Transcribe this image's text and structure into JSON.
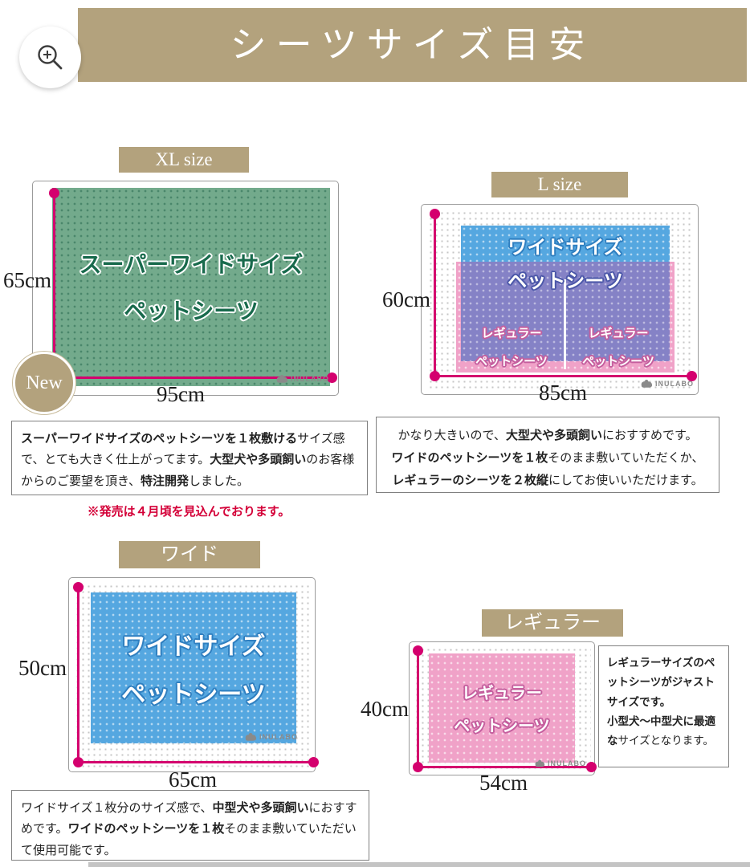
{
  "colors": {
    "tan": "#b3a27d",
    "magenta": "#d4006e",
    "green_sheet": "#73aa8c",
    "green_text": "#186a4c",
    "blue_sheet": "#55a7e0",
    "pink_sheet": "#f0a2c8",
    "purple_overlap": "#8582c6",
    "note_red": "#d40038"
  },
  "header": {
    "title": "シーツサイズ目安"
  },
  "logo": {
    "text": "INULABO"
  },
  "sections": {
    "xl": {
      "label": "XL size",
      "sheet_line1": "スーパーワイドサイズ",
      "sheet_line2": "ペットシーツ",
      "height": "65cm",
      "width": "95cm",
      "badge": "New",
      "desc": [
        [
          {
            "t": "スーパーワイドサイズのペットシーツを１枚敷ける",
            "b": true
          },
          {
            "t": "サイズ感で、とても大きく仕上がってます。",
            "b": false
          },
          {
            "t": "大型犬や多頭飼い",
            "b": true
          },
          {
            "t": "のお客様からのご要望を頂き、",
            "b": false
          },
          {
            "t": "特注開発",
            "b": true
          },
          {
            "t": "しました。",
            "b": false
          }
        ]
      ],
      "note": "※発売は４月頃を見込んでおります。"
    },
    "l": {
      "label": "L size",
      "wide_line1": "ワイドサイズ",
      "wide_line2": "ペットシーツ",
      "reg_line1": "レギュラー",
      "reg_line2": "ペットシーツ",
      "height": "60cm",
      "width": "85cm",
      "desc": [
        [
          {
            "t": "かなり大きいので、",
            "b": false
          },
          {
            "t": "大型犬や多頭飼い",
            "b": true
          },
          {
            "t": "におすすめです。",
            "b": false
          }
        ],
        [
          {
            "t": "ワイドのペットシーツを１枚",
            "b": true
          },
          {
            "t": "そのまま敷いていただくか、",
            "b": false
          }
        ],
        [
          {
            "t": "レギュラーのシーツを２枚縦",
            "b": true
          },
          {
            "t": "にしてお使いいただけます。",
            "b": false
          }
        ]
      ]
    },
    "wide": {
      "label": "ワイド",
      "sheet_line1": "ワイドサイズ",
      "sheet_line2": "ペットシーツ",
      "height": "50cm",
      "width": "65cm",
      "desc": [
        [
          {
            "t": "ワイドサイズ１枚分のサイズ感で、",
            "b": false
          },
          {
            "t": "中型犬や多頭飼い",
            "b": true
          },
          {
            "t": "におすすめです。",
            "b": false
          },
          {
            "t": "ワイドのペットシーツを１枚",
            "b": true
          },
          {
            "t": "そのまま敷いていただいて使用可能です。",
            "b": false
          }
        ]
      ]
    },
    "regular": {
      "label": "レギュラー",
      "sheet_line1": "レギュラー",
      "sheet_line2": "ペットシーツ",
      "height": "40cm",
      "width": "54cm",
      "desc": [
        [
          {
            "t": "レギュラーサイズのペットシーツがジャストサイズです。",
            "b": true
          }
        ],
        [
          {
            "t": "小型犬〜中型犬に最適な",
            "b": true
          },
          {
            "t": "サイズとなります。",
            "b": false
          }
        ]
      ]
    }
  }
}
